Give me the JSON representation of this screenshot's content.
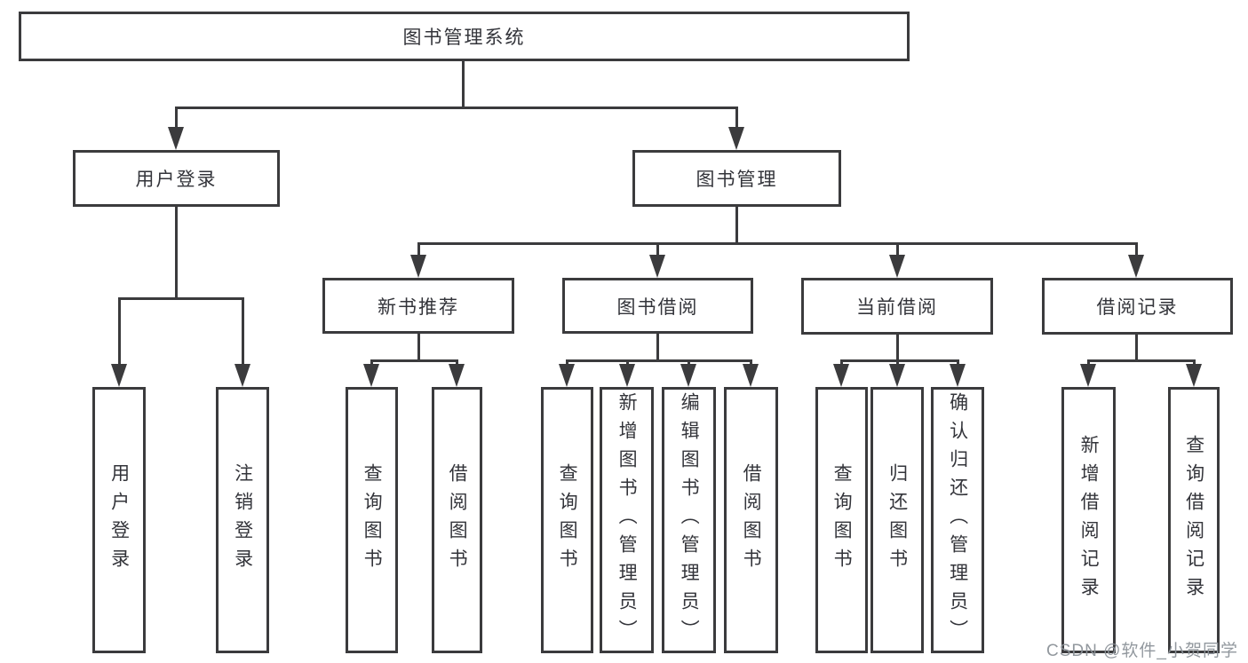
{
  "diagram": {
    "type": "tree",
    "title": "图书管理系统",
    "nodes": {
      "root": {
        "label": "图书管理系统"
      },
      "level2": [
        {
          "label": "用户登录",
          "parent": "图书管理系统"
        },
        {
          "label": "图书管理",
          "parent": "图书管理系统"
        }
      ],
      "level3": [
        {
          "label": "新书推荐",
          "parent": "图书管理"
        },
        {
          "label": "图书借阅",
          "parent": "图书管理"
        },
        {
          "label": "当前借阅",
          "parent": "图书管理"
        },
        {
          "label": "借阅记录",
          "parent": "图书管理"
        }
      ],
      "leaves": [
        {
          "label": "用户登录",
          "parent": "用户登录"
        },
        {
          "label": "注销登录",
          "parent": "用户登录"
        },
        {
          "label": "查询图书",
          "parent": "新书推荐"
        },
        {
          "label": "借阅图书",
          "parent": "新书推荐"
        },
        {
          "label": "查询图书",
          "parent": "图书借阅"
        },
        {
          "label": "新增图书（管理员）",
          "parent": "图书借阅"
        },
        {
          "label": "编辑图书（管理员）",
          "parent": "图书借阅"
        },
        {
          "label": "借阅图书",
          "parent": "图书借阅"
        },
        {
          "label": "查询图书",
          "parent": "当前借阅"
        },
        {
          "label": "归还图书",
          "parent": "当前借阅"
        },
        {
          "label": "确认归还（管理员）",
          "parent": "当前借阅"
        },
        {
          "label": "新增借阅记录",
          "parent": "借阅记录"
        },
        {
          "label": "查询借阅记录",
          "parent": "借阅记录"
        }
      ]
    }
  },
  "watermark": {
    "text": "CSDN @软件_小贺同学"
  },
  "colors": {
    "line": "#3b3b3d",
    "text": "#33343a",
    "background": "#ffffff",
    "watermark": "#8c9299"
  }
}
